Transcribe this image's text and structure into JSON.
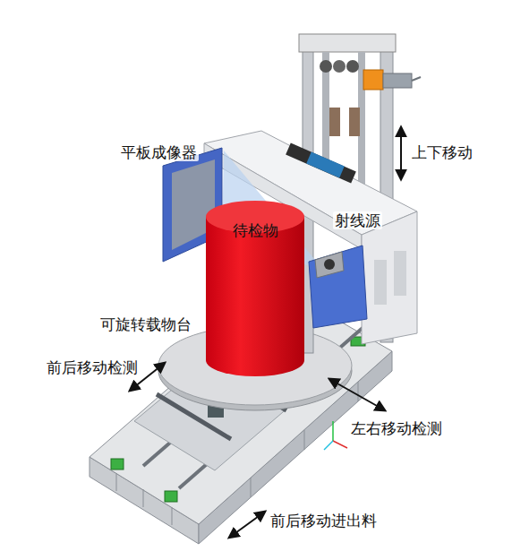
{
  "diagram": {
    "nodes": [
      {
        "text": [
          "待检物"
        ]
      }
    ],
    "labels": [
      "平板成像器",
      "上下移动",
      "射线源",
      "可旋转载物台",
      "前后移动检测",
      "左右移动检测",
      "前后移动进出料"
    ]
  }
}
